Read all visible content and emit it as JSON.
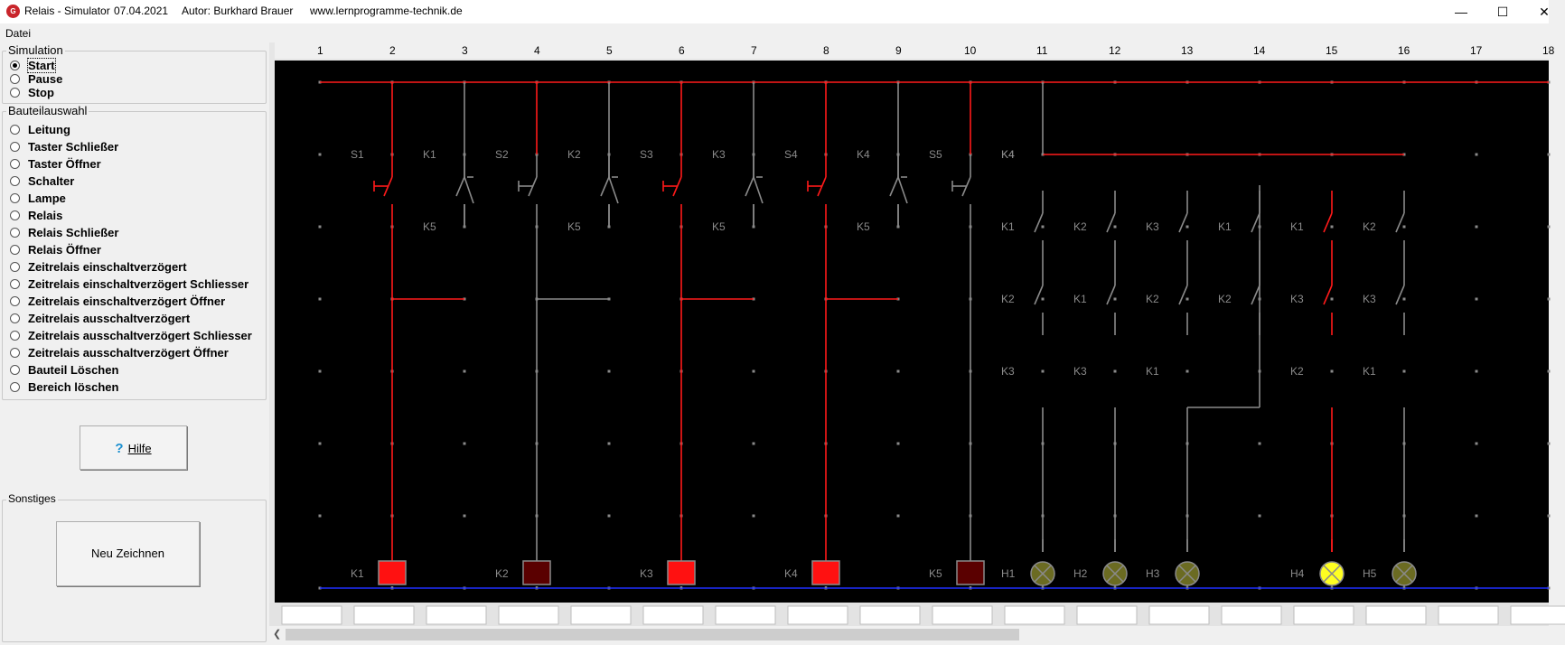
{
  "window": {
    "app_title": "Relais - Simulator",
    "date": "07.04.2021",
    "author": "Autor: Burkhard Brauer",
    "website": "www.lernprogramme-technik.de",
    "minimize_icon": "minimize-icon",
    "maximize_icon": "maximize-icon",
    "close_icon": "close-icon"
  },
  "menu": {
    "file": "Datei"
  },
  "simulation": {
    "title": "Simulation",
    "options": [
      {
        "label": "Start",
        "checked": true
      },
      {
        "label": "Pause",
        "checked": false
      },
      {
        "label": "Stop",
        "checked": false
      }
    ]
  },
  "parts": {
    "title": "Bauteilauswahl",
    "options": [
      {
        "label": "Leitung"
      },
      {
        "label": "Taster Schließer"
      },
      {
        "label": "Taster Öffner"
      },
      {
        "label": "Schalter"
      },
      {
        "label": "Lampe"
      },
      {
        "label": "Relais"
      },
      {
        "label": "Relais Schließer"
      },
      {
        "label": "Relais Öffner"
      },
      {
        "label": "Zeitrelais einschaltverzögert"
      },
      {
        "label": "Zeitrelais einschaltverzögert Schliesser"
      },
      {
        "label": "Zeitrelais einschaltverzögert Öffner"
      },
      {
        "label": "Zeitrelais ausschaltverzögert"
      },
      {
        "label": "Zeitrelais ausschaltverzögert Schliesser"
      },
      {
        "label": "Zeitrelais ausschaltverzögert Öffner"
      },
      {
        "label": "Bauteil Löschen"
      },
      {
        "label": "Bereich löschen"
      }
    ]
  },
  "help_button": {
    "label": "Hilfe",
    "icon": "question-icon"
  },
  "misc": {
    "title": "Sonstiges",
    "redraw_label": "Neu Zeichnen"
  },
  "diagram": {
    "columns": [
      "1",
      "2",
      "3",
      "4",
      "5",
      "6",
      "7",
      "8",
      "9",
      "10",
      "11",
      "12",
      "13",
      "14",
      "15",
      "16",
      "17",
      "18"
    ],
    "colors": {
      "background": "#000000",
      "energized": "#ff1a1a",
      "idle": "#8a8a8a",
      "neutral": "#1f2fff",
      "relay_on": "#ff1111",
      "relay_off": "#5a0000",
      "lamp_on": "#ffff22",
      "lamp_off": "#6b6b22"
    },
    "relay_circuits": [
      {
        "button": "S1",
        "hold_contact": "K1",
        "break_contact": "K5",
        "coil": "K1",
        "energized": true
      },
      {
        "button": "S2",
        "hold_contact": "K2",
        "break_contact": "K5",
        "coil": "K2",
        "energized": false
      },
      {
        "button": "S3",
        "hold_contact": "K3",
        "break_contact": "K5",
        "coil": "K3",
        "energized": true
      },
      {
        "button": "S4",
        "hold_contact": "K4",
        "break_contact": "K5",
        "coil": "K4",
        "energized": true
      },
      {
        "button": "S5",
        "coil": "K5",
        "energized": false
      }
    ],
    "lamp_column": [
      {
        "labels": [
          "K4",
          "K1",
          "K2",
          "K3"
        ],
        "lamp": "H1",
        "on": false
      },
      {
        "labels": [
          "K2",
          "K1",
          "K3"
        ],
        "lamp": "H2",
        "on": false
      },
      {
        "labels": [
          "K3",
          "K2",
          "K1"
        ],
        "lamp": "H3",
        "on": false
      },
      {
        "labels": [
          "K1",
          "K2"
        ],
        "lamp": "",
        "on": false
      },
      {
        "labels": [
          "K1",
          "K3",
          "K2"
        ],
        "lamp": "H4",
        "on": true
      },
      {
        "labels": [
          "K2",
          "K3",
          "K1"
        ],
        "lamp": "H5",
        "on": false
      }
    ]
  }
}
